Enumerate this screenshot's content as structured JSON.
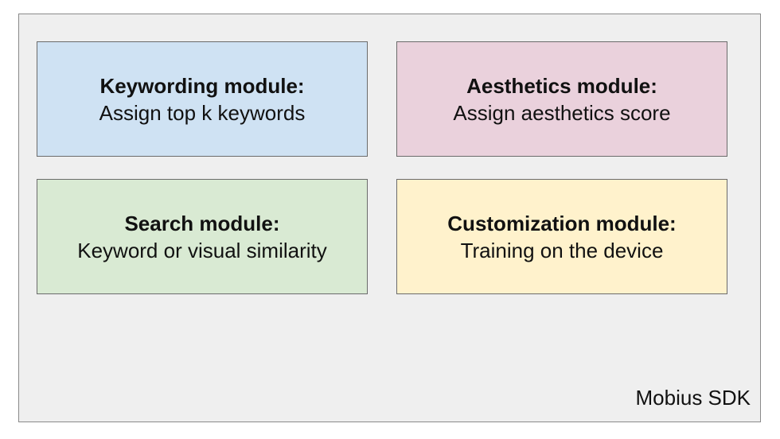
{
  "container": {
    "label": "Mobius SDK",
    "background": "#efefef"
  },
  "modules": [
    {
      "title": "Keywording module:",
      "description": "Assign top k keywords",
      "color": "#cfe2f3"
    },
    {
      "title": "Aesthetics module:",
      "description": "Assign aesthetics score",
      "color": "#ead1dc"
    },
    {
      "title": "Search module:",
      "description": "Keyword or visual similarity",
      "color": "#d9ead3"
    },
    {
      "title": "Customization module:",
      "description": "Training on the device",
      "color": "#fff2cc"
    }
  ]
}
